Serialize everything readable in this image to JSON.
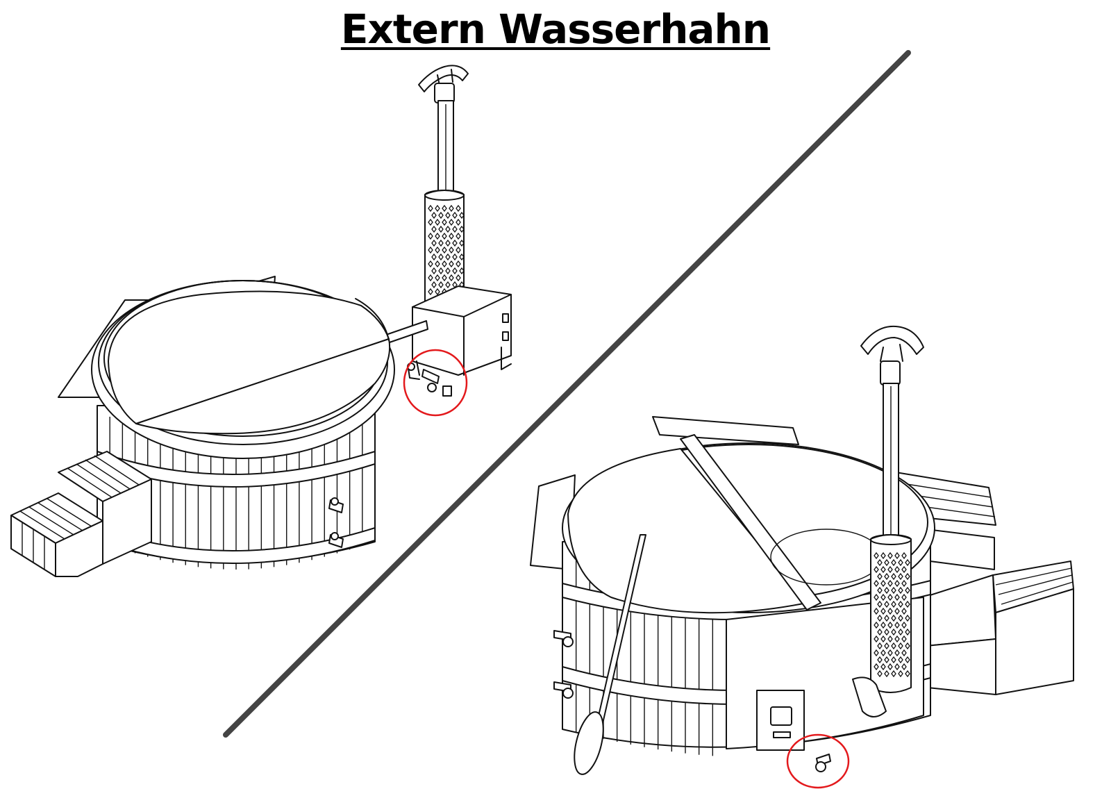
{
  "title": "Extern Wasserhahn",
  "colors": {
    "line": "#111111",
    "divider": "#444444",
    "highlight": "#e3191c",
    "background": "#ffffff"
  },
  "views": [
    {
      "name": "left-view",
      "highlight": "external water tap circled in red at heater base"
    },
    {
      "name": "right-view",
      "highlight": "external water tap circled in red at tub base"
    }
  ]
}
